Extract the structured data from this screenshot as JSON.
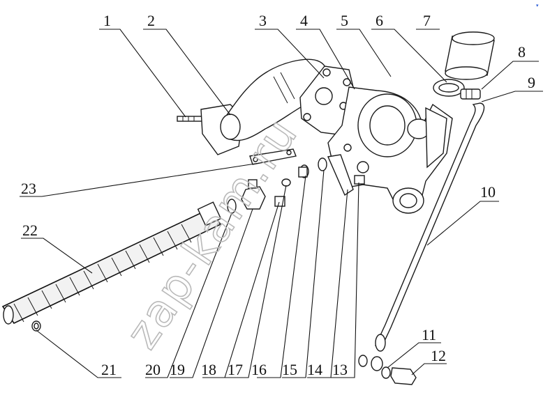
{
  "watermark": "zap-kam.ru",
  "corner_mark": "▾",
  "callouts": {
    "c1": "1",
    "c2": "2",
    "c3": "3",
    "c4": "4",
    "c5": "5",
    "c6": "6",
    "c7": "7",
    "c8": "8",
    "c9": "9",
    "c10": "10",
    "c11": "11",
    "c12": "12",
    "c13": "13",
    "c14": "14",
    "c15": "15",
    "c16": "16",
    "c17": "17",
    "c18": "18",
    "c19": "19",
    "c20": "20",
    "c21": "21",
    "c22": "22",
    "c23": "23"
  }
}
